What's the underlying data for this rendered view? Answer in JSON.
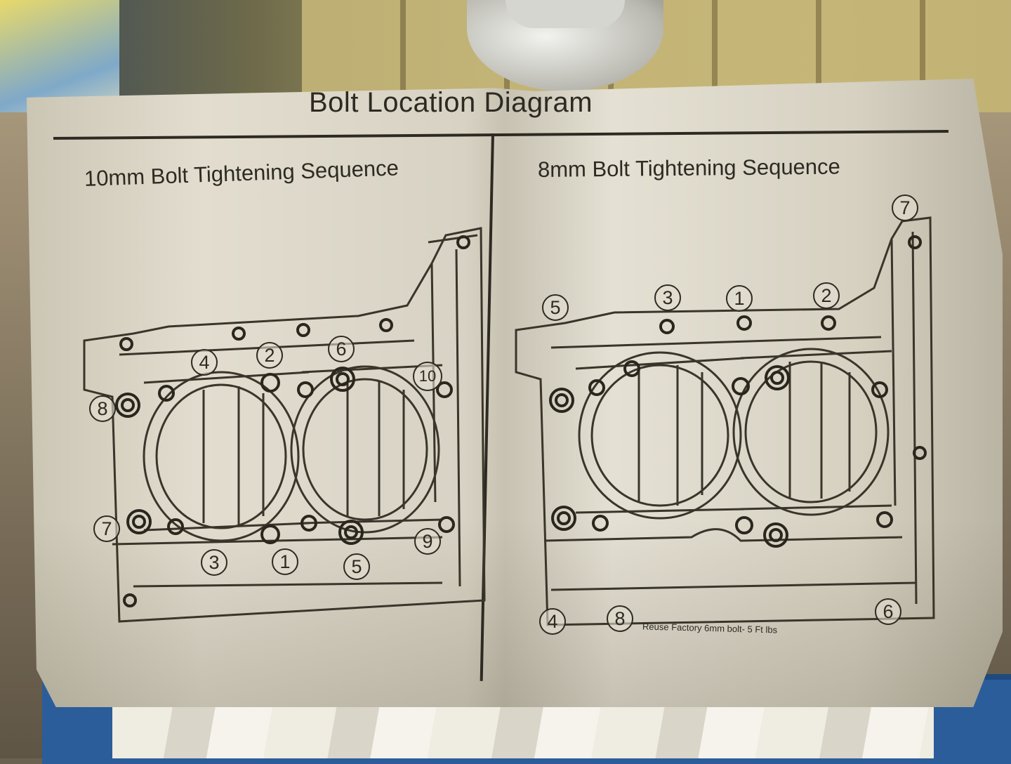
{
  "sheet": {
    "title": "Bolt Location Diagram"
  },
  "left_panel": {
    "heading": "10mm Bolt Tightening Sequence",
    "callouts": [
      "1",
      "2",
      "3",
      "4",
      "5",
      "6",
      "7",
      "8",
      "9",
      "10"
    ]
  },
  "right_panel": {
    "heading": "8mm Bolt Tightening Sequence",
    "callouts": [
      "1",
      "2",
      "3",
      "4",
      "5",
      "6",
      "7",
      "8"
    ],
    "note": "Reuse Factory 6mm bolt- 5 Ft lbs"
  },
  "colors": {
    "ink": "#2d2a22",
    "paper": "#e2ddcf",
    "box_blue": "#2b5d9a"
  }
}
